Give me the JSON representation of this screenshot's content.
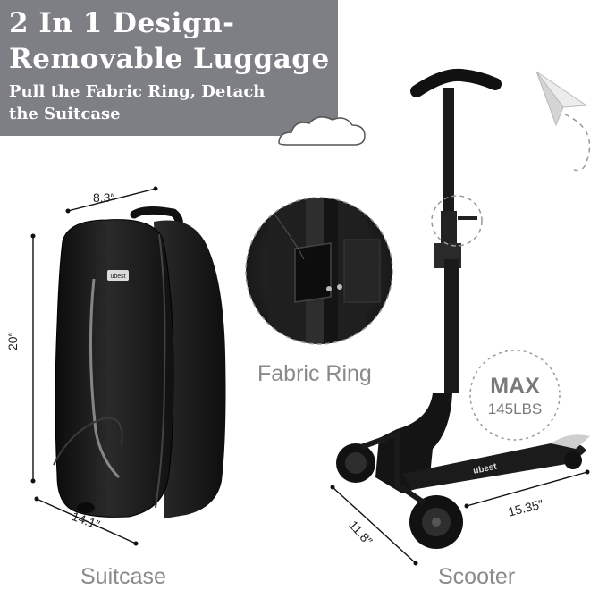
{
  "banner": {
    "title_line1": "2 In 1 Design-",
    "title_line2": "Removable Luggage",
    "subtitle_line1": "Pull the Fabric Ring, Detach",
    "subtitle_line2": "the Suitcase"
  },
  "labels": {
    "fabric_ring": "Fabric Ring",
    "suitcase": "Suitcase",
    "scooter": "Scooter",
    "suitcase_brand": "ubest",
    "scooter_brand": "ubest"
  },
  "dimensions": {
    "suitcase_width": "8.3″",
    "suitcase_height": "20″",
    "suitcase_depth": "14.1″",
    "scooter_width": "11.8″",
    "scooter_length": "15.35″"
  },
  "badge": {
    "line1": "MAX",
    "line2": "145LBS"
  },
  "colors": {
    "banner": "#7d7f85",
    "label_gray": "#8a8a8a",
    "product_black": "#1a1a1a"
  }
}
